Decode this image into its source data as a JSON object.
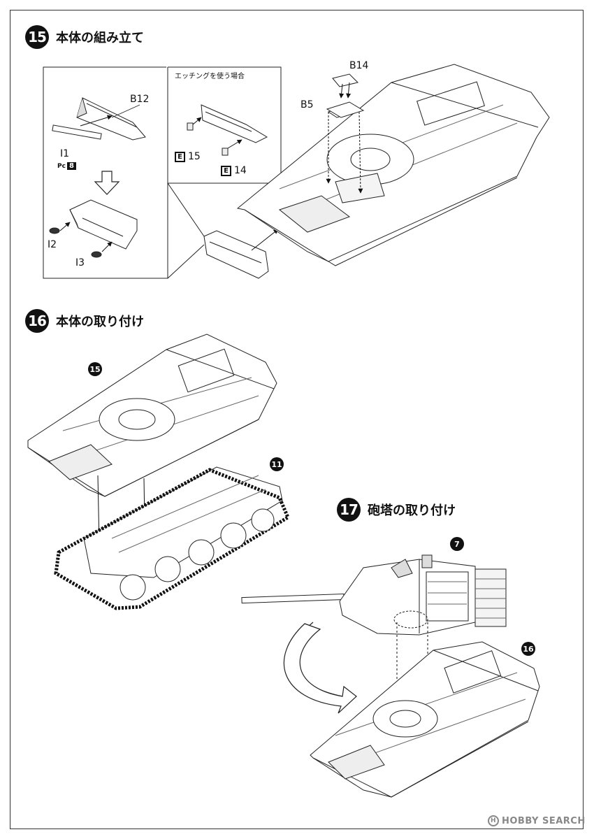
{
  "steps": [
    {
      "num": "15",
      "title": "本体の組み立て"
    },
    {
      "num": "16",
      "title": "本体の取り付け"
    },
    {
      "num": "17",
      "title": "砲塔の取り付け"
    }
  ],
  "step15": {
    "inset_note": "エッチングを使う場合",
    "parts": {
      "b12": "B12",
      "i1": "I1",
      "i2": "I2",
      "i3": "I3",
      "b14": "B14",
      "b5": "B5"
    },
    "pc_prefix": "Pc",
    "pc_num": "8",
    "etch_icon": "E",
    "etch_15": "15",
    "etch_14": "14"
  },
  "step16": {
    "ref_upper": "15",
    "ref_lower": "11"
  },
  "step17": {
    "ref_turret": "7",
    "ref_hull": "16"
  },
  "watermark": {
    "icon": "H",
    "text": "HOBBY SEARCH"
  }
}
